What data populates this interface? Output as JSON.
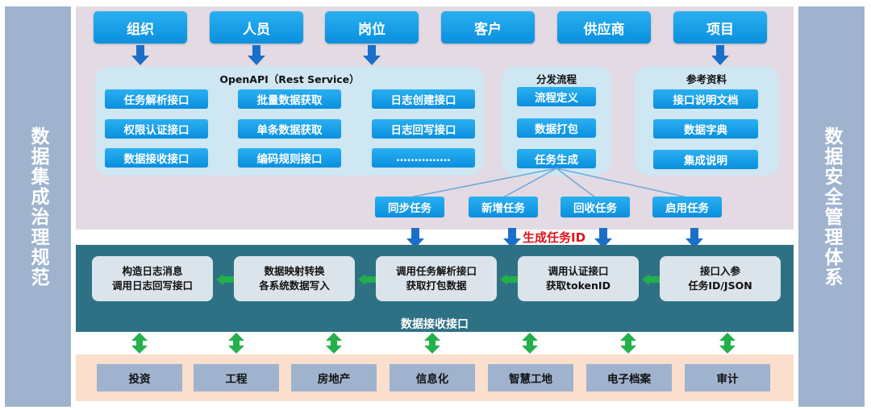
{
  "left_bar": "数据集成治理规范",
  "right_bar": "数据安全管理体系",
  "sources": [
    "组织",
    "人员",
    "岗位",
    "客户",
    "供应商",
    "项目"
  ],
  "openapi": {
    "title": "OpenAPI（Rest Service）",
    "col1": [
      "任务解析接口",
      "权限认证接口",
      "数据接收接口"
    ],
    "col2": [
      "批量数据获取",
      "单条数据获取",
      "编码规则接口"
    ],
    "col3": [
      "日志创建接口",
      "日志回写接口",
      "……………"
    ]
  },
  "dispatch": {
    "title": "分发流程",
    "items": [
      "流程定义",
      "数据打包",
      "任务生成"
    ]
  },
  "reference": {
    "title": "参考资料",
    "items": [
      "接口说明文档",
      "数据字典",
      "集成说明"
    ]
  },
  "tasks": [
    "同步任务",
    "新增任务",
    "回收任务",
    "启用任务"
  ],
  "gen_id_label": "生成任务ID",
  "mid_boxes": [
    {
      "line1": "构造日志消息",
      "line2": "调用日志回写接口"
    },
    {
      "line1": "数据映射转换",
      "line2": "各系统数据写入"
    },
    {
      "line1": "调用任务解析接口",
      "line2": "获取打包数据"
    },
    {
      "line1": "调用认证接口",
      "line2": "获取tokenID"
    },
    {
      "line1": "接口入参",
      "line2": "任务ID/JSON"
    }
  ],
  "mid_label": "数据接收接口",
  "industries": [
    "投资",
    "工程",
    "房地产",
    "信息化",
    "智慧工地",
    "电子档案",
    "审计"
  ],
  "colors": {
    "button_blue": "#0a8fdf",
    "side_bar": "#9fb3cf",
    "top_region": "#e3dae3",
    "mid_band": "#2e7184",
    "bottom_region": "#f9dfcc",
    "green_arrow": "#22b04a",
    "red_label": "#e0121b"
  }
}
